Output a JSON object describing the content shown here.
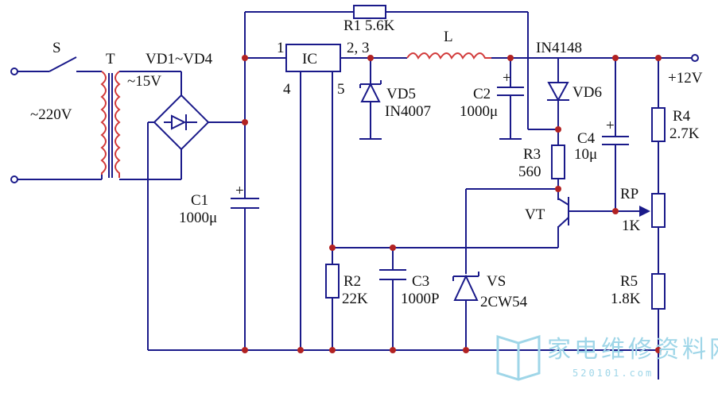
{
  "labels": {
    "switch": "S",
    "transformer": "T",
    "mains": "~220V",
    "secondary": "~15V",
    "bridge": "VD1~VD4",
    "c1_name": "C1",
    "c1_value": "1000μ",
    "ic": "IC",
    "pin1": "1",
    "pin23": "2,  3",
    "pin4": "4",
    "pin5": "5",
    "r1": "R1  5.6K",
    "inductor": "L",
    "vd5_name": "VD5",
    "vd5_part": "IN4007",
    "c2_name": "C2",
    "c2_value": "1000μ",
    "vd6_part": "IN4148",
    "vd6_name": "VD6",
    "output": "+12V",
    "r4_name": "R4",
    "r4_value": "2.7K",
    "c4_name": "C4",
    "c4_value": "10μ",
    "r3_name": "R3",
    "r3_value": "560",
    "rp_name": "RP",
    "rp_value": "1K",
    "vt": "VT",
    "r2_name": "R2",
    "r2_value": "22K",
    "c3_name": "C3",
    "c3_value": "1000P",
    "vs_name": "VS",
    "vs_part": "2CW54",
    "r5_name": "R5",
    "r5_value": "1.8K",
    "plus": "+"
  },
  "watermark": {
    "text": "家电维修资料网",
    "url": "520101.com"
  },
  "colors": {
    "wire": "#1a1a8a",
    "coil": "#d23a3a",
    "junction": "#b22222",
    "watermark": "#9fd6e8"
  }
}
